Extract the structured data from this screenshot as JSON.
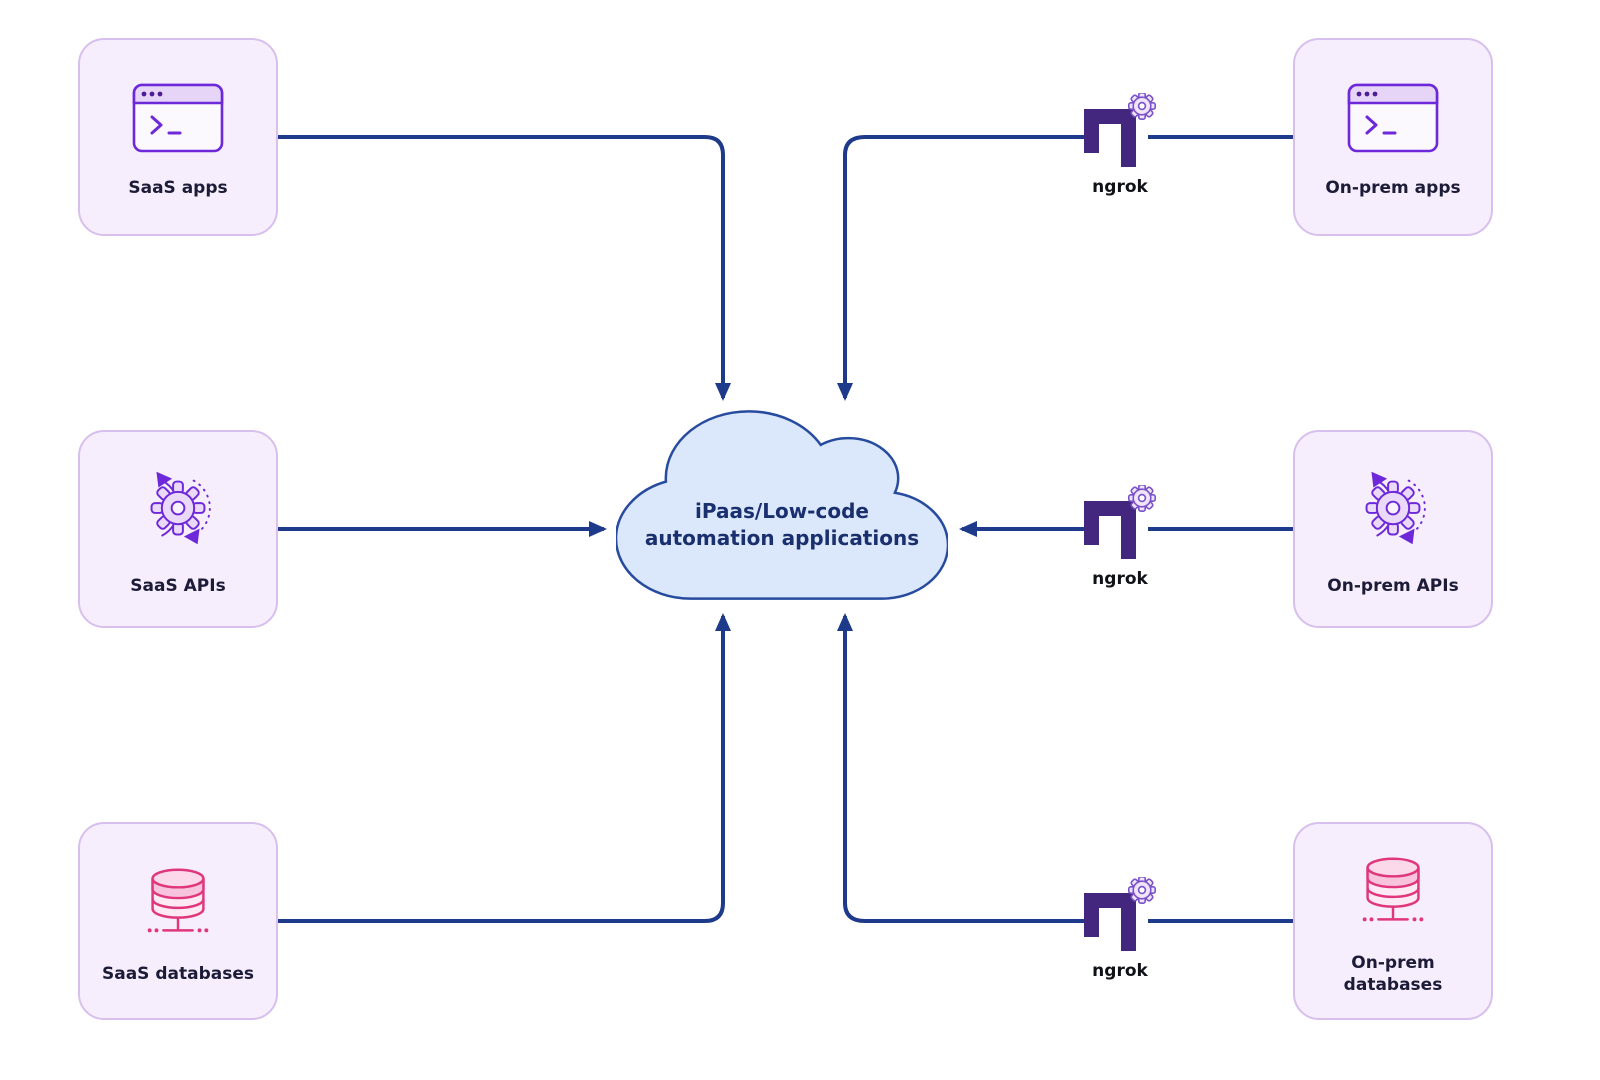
{
  "cloud": {
    "line1": "iPaas/Low-code",
    "line2": "automation applications"
  },
  "nodes": {
    "saas_apps": {
      "label": "SaaS apps",
      "icon": "terminal-window-icon"
    },
    "saas_apis": {
      "label": "SaaS APIs",
      "icon": "api-gear-icon"
    },
    "saas_databases": {
      "label": "SaaS databases",
      "icon": "database-icon"
    },
    "onprem_apps": {
      "label": "On-prem apps",
      "icon": "terminal-window-icon"
    },
    "onprem_apis": {
      "label": "On-prem APIs",
      "icon": "api-gear-icon"
    },
    "onprem_databases": {
      "label": "On-prem databases",
      "icon": "database-icon"
    }
  },
  "ngrok": {
    "label": "ngrok"
  },
  "edges": [
    {
      "from": "SaaS apps",
      "to": "iPaas/Low-code automation applications",
      "direction": "into-cloud"
    },
    {
      "from": "On-prem apps",
      "via": "ngrok",
      "to": "iPaas/Low-code automation applications",
      "direction": "into-cloud"
    },
    {
      "from": "SaaS APIs",
      "to": "iPaas/Low-code automation applications",
      "direction": "into-cloud"
    },
    {
      "from": "On-prem APIs",
      "via": "ngrok",
      "to": "iPaas/Low-code automation applications",
      "direction": "into-cloud"
    },
    {
      "from": "SaaS databases",
      "to": "iPaas/Low-code automation applications",
      "direction": "into-cloud"
    },
    {
      "from": "On-prem databases",
      "via": "ngrok",
      "to": "iPaas/Low-code automation applications",
      "direction": "into-cloud"
    }
  ],
  "colors": {
    "arrow": "#1e3a8a",
    "node_bg": "#f6eefc",
    "node_border": "#d7bfee",
    "icon_purple": "#6d28d9",
    "database_pink": "#e0367c",
    "ngrok_purple": "#43267e",
    "cloud_bg": "#dbe7fa",
    "cloud_border": "#274b9f",
    "cloud_text": "#1a2f6e"
  }
}
